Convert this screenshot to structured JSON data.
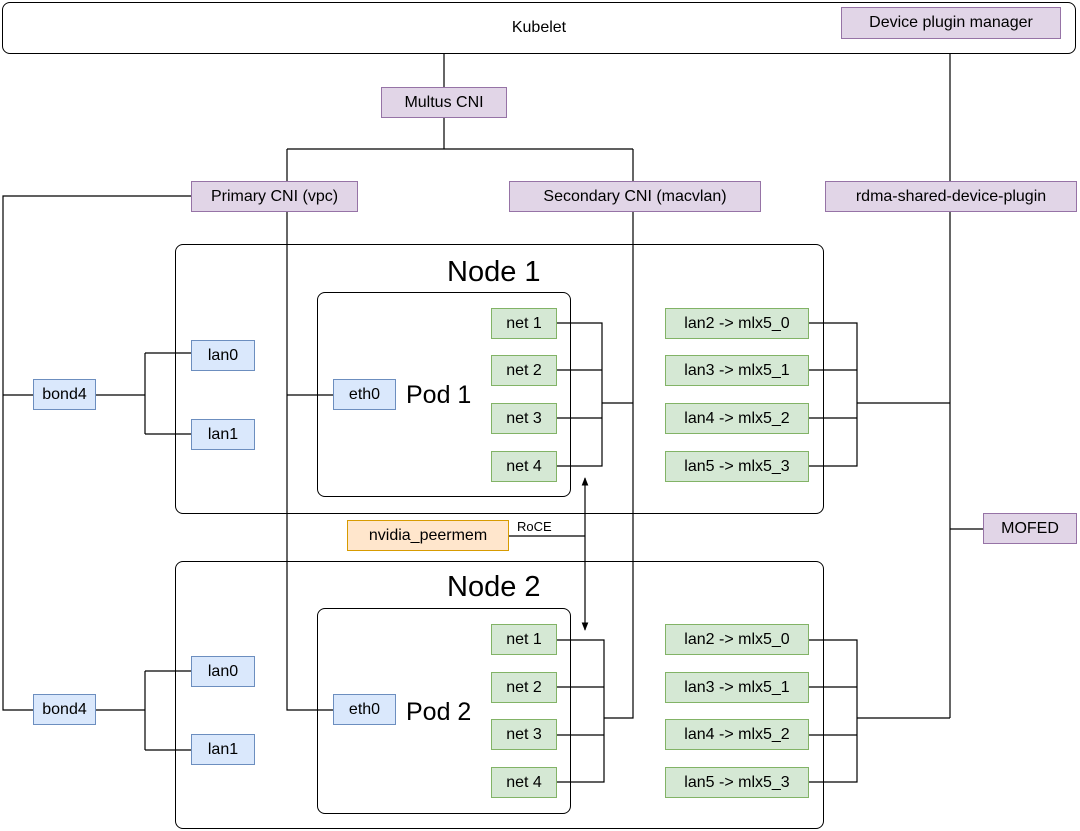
{
  "kubelet": "Kubelet",
  "device_plugin_manager": "Device plugin manager",
  "multus_cni": "Multus CNI",
  "primary_cni": "Primary CNI (vpc)",
  "secondary_cni": "Secondary CNI (macvlan)",
  "rdma_plugin": "rdma-shared-device-plugin",
  "mofed": "MOFED",
  "nvidia_peermem": "nvidia_peermem",
  "roce_label": "RoCE",
  "nodes": [
    {
      "title": "Node 1",
      "pod": "Pod 1",
      "bond": "bond4",
      "lans": [
        "lan0",
        "lan1"
      ],
      "eth": "eth0",
      "nets": [
        "net 1",
        "net 2",
        "net 3",
        "net 4"
      ],
      "rdma": [
        "lan2 -> mlx5_0",
        "lan3 -> mlx5_1",
        "lan4 -> mlx5_2",
        "lan5 -> mlx5_3"
      ]
    },
    {
      "title": "Node 2",
      "pod": "Pod 2",
      "bond": "bond4",
      "lans": [
        "lan0",
        "lan1"
      ],
      "eth": "eth0",
      "nets": [
        "net 1",
        "net 2",
        "net 3",
        "net 4"
      ],
      "rdma": [
        "lan2 -> mlx5_0",
        "lan3 -> mlx5_1",
        "lan4 -> mlx5_2",
        "lan5 -> mlx5_3"
      ]
    }
  ]
}
